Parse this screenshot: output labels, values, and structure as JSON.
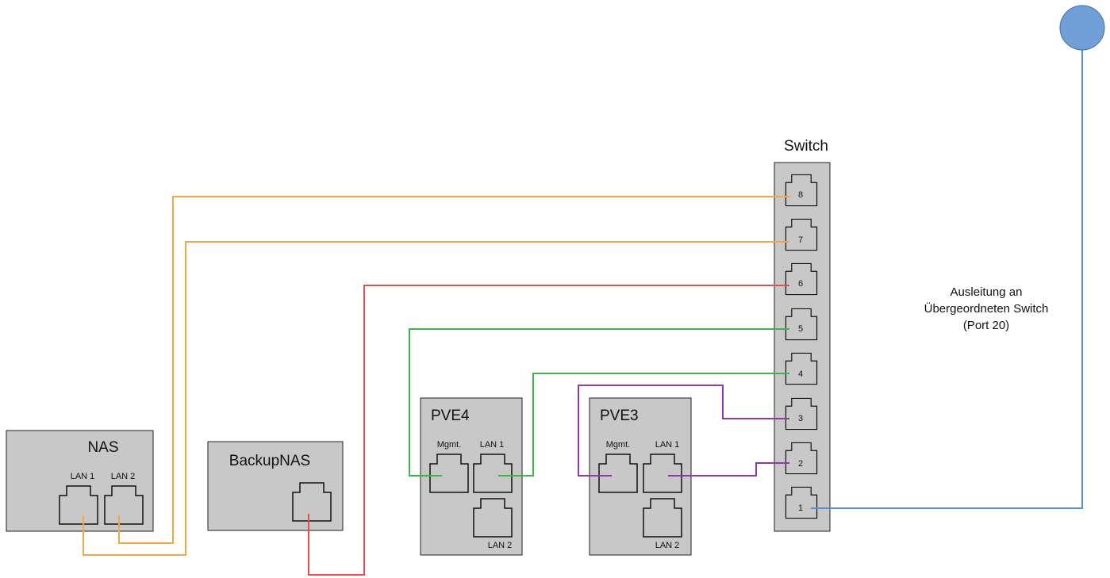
{
  "colors": {
    "orange": "#f5a54a",
    "red": "#d9534f",
    "green": "#3cb54a",
    "purple": "#8e3aa0",
    "blue": "#5b8fc7",
    "uplink_node": "#6f9fd6",
    "box_fill": "#c8c8c8"
  },
  "switch": {
    "title": "Switch",
    "ports": [
      "8",
      "7",
      "6",
      "5",
      "4",
      "3",
      "2",
      "1"
    ]
  },
  "nas": {
    "title": "NAS",
    "lan1": "LAN 1",
    "lan2": "LAN 2"
  },
  "backupnas": {
    "title": "BackupNAS"
  },
  "pve4": {
    "title": "PVE4",
    "mgmt": "Mgmt.",
    "lan1": "LAN 1",
    "lan2": "LAN 2"
  },
  "pve3": {
    "title": "PVE3",
    "mgmt": "Mgmt.",
    "lan1": "LAN 1",
    "lan2": "LAN 2"
  },
  "uplink_note": {
    "line1": "Ausleitung an",
    "line2": "Übergeordneten Switch",
    "line3": "(Port 20)"
  }
}
